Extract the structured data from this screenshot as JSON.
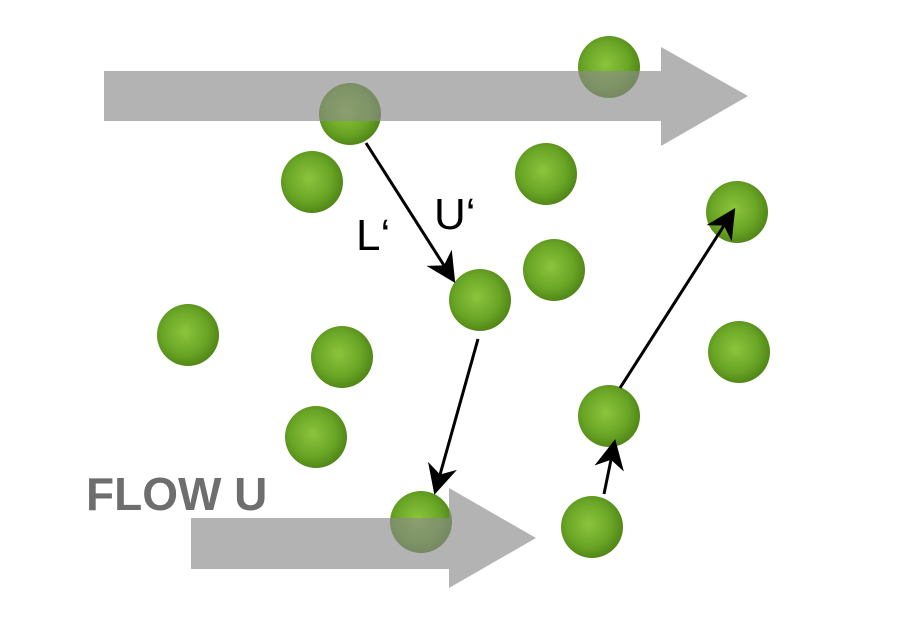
{
  "diagram": {
    "flow_label": "FLOW U",
    "length_label": "L‘",
    "velocity_label": "U‘"
  },
  "colors": {
    "flow_arrow": "#b3b3b3",
    "flow_label": "#6e6e6e",
    "particle_light": "#8cc43c",
    "particle_mid": "#5e9a1e",
    "particle_dark": "#2f5a0c",
    "path_arrow": "#000000",
    "text": "#000000"
  }
}
